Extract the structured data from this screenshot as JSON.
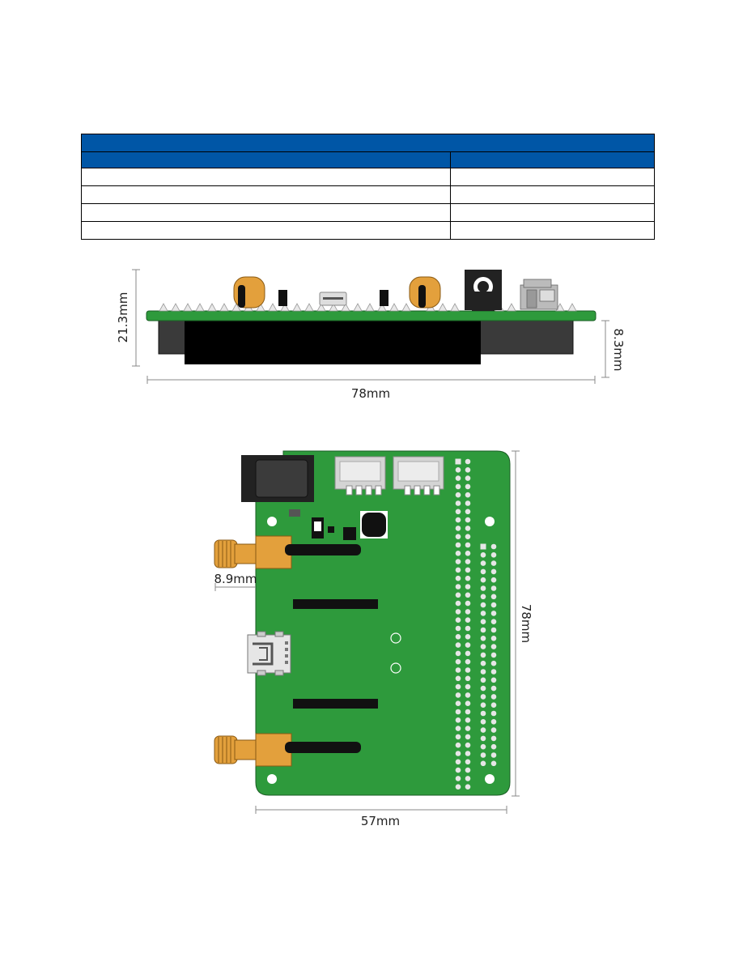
{
  "table": {
    "title": "",
    "headers": [
      "",
      ""
    ],
    "rows": [
      [
        "",
        ""
      ],
      [
        "",
        ""
      ],
      [
        "",
        ""
      ],
      [
        "",
        ""
      ]
    ]
  },
  "side_view": {
    "height_label": "21.3mm",
    "depth_label": "8.3mm",
    "width_label": "78mm"
  },
  "top_view": {
    "offset_label": "8.9mm",
    "height_label": "78mm",
    "width_label": "57mm"
  },
  "colors": {
    "pcb_green": "#2e9a3c",
    "header_blue": "#0056a6",
    "connector_orange": "#e3a03c"
  }
}
